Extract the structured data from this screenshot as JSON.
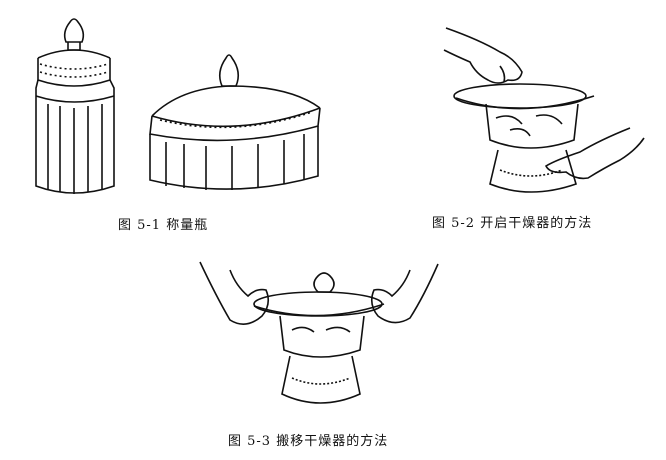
{
  "captions": {
    "fig1": "图 5-1  称量瓶",
    "fig2": "图 5-2  开启干燥器的方法",
    "fig3": "图 5-3  搬移干燥器的方法"
  }
}
